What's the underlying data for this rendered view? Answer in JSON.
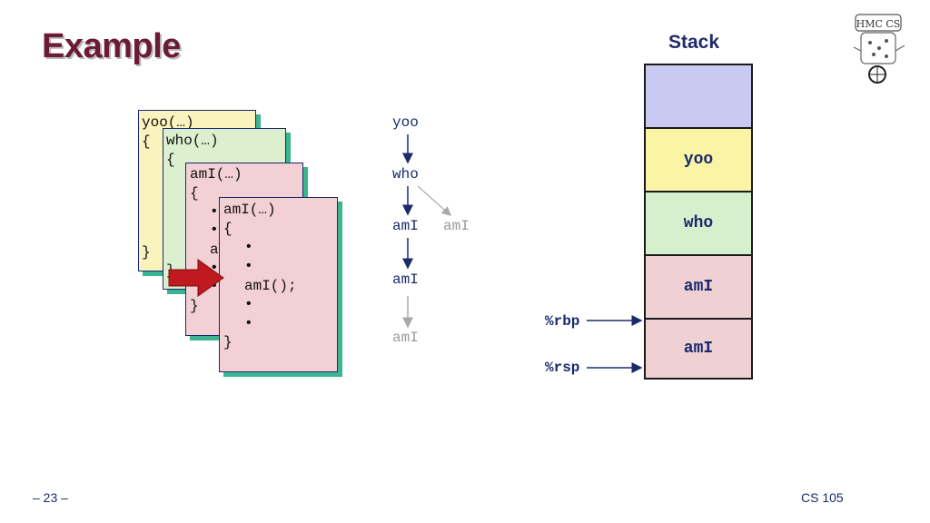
{
  "slide": {
    "title": "Example",
    "page_number": "– 23 –",
    "course": "CS 105"
  },
  "code_cards": {
    "yoo": {
      "l1": "yoo(…)",
      "l2": "{",
      "l3": "}"
    },
    "who": {
      "l1": "who(…)",
      "l2": "{",
      "l3": "}"
    },
    "ami_outer": {
      "l1": "amI(…)",
      "l2": "{",
      "l3": "•",
      "l4": "•",
      "l5": "a",
      "l6": "•",
      "l7": "•",
      "l8": "}"
    },
    "ami_inner": {
      "l1": "amI(…)",
      "l2": "{",
      "l3": "•",
      "l4": "•",
      "l5": "amI();",
      "l6": "•",
      "l7": "•",
      "l8": "}"
    }
  },
  "call_tree": {
    "n1": "yoo",
    "n2": "who",
    "n3": "amI",
    "n3b": "amI",
    "n4": "amI",
    "n5": "amI"
  },
  "stack": {
    "title": "Stack",
    "frames": [
      "",
      "yoo",
      "who",
      "amI",
      "amI"
    ],
    "registers": {
      "rbp": "%rbp",
      "rsp": "%rsp"
    }
  },
  "colors": {
    "title": "#6b1a38",
    "frame_top": "#c9caf1",
    "frame_yoo": "#faf5a4",
    "frame_who": "#d6efcd",
    "frame_ami": "#efd0d3",
    "pointer_arrow": "#c0191f"
  }
}
